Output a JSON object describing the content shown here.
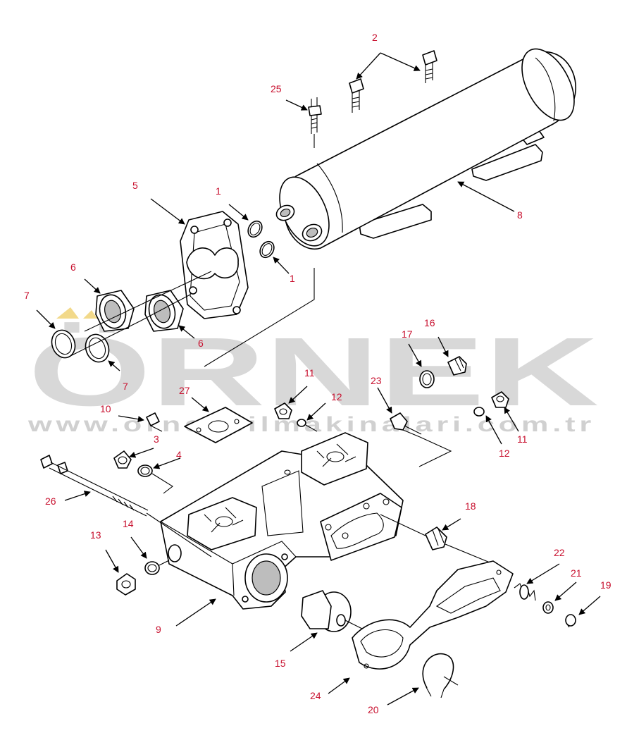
{
  "watermark": {
    "logo_text": "ÖRNEK",
    "url_text": "www.orneksilmakinalari.com.tr",
    "color": "#d8d8d8",
    "accent_color": "#f2d98a"
  },
  "callout_color": "#c8102e",
  "callouts": {
    "c1a": "1",
    "c1b": "1",
    "c2": "2",
    "c3": "3",
    "c4": "4",
    "c5": "5",
    "c6a": "6",
    "c6b": "6",
    "c7a": "7",
    "c7b": "7",
    "c8": "8",
    "c9": "9",
    "c10": "10",
    "c11a": "11",
    "c11b": "11",
    "c12a": "12",
    "c12b": "12",
    "c13": "13",
    "c14": "14",
    "c15": "15",
    "c16": "16",
    "c17": "17",
    "c18": "18",
    "c19": "19",
    "c20": "20",
    "c21": "21",
    "c22": "22",
    "c23": "23",
    "c24": "24",
    "c25": "25",
    "c26": "26",
    "c27": "27"
  }
}
